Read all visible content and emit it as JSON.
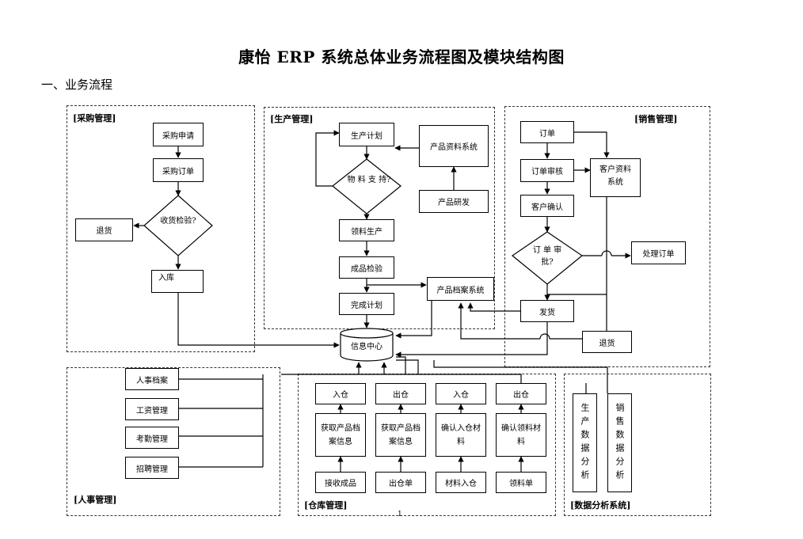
{
  "title": "康怡 ERP 系统总体业务流程图及模块结构图",
  "section": "一、业务流程",
  "page_number": "1",
  "regions": {
    "purchase": "[采购管理]",
    "production": "[生产管理]",
    "sales": "[销售管理]",
    "hr": "[人事管理]",
    "warehouse": "[仓库管理]",
    "analysis": "[数据分析系统]"
  },
  "purchase": {
    "apply": "采购申请",
    "order": "采购订单",
    "inspect": "收货检验?",
    "return": "退货",
    "stock_in": "入库"
  },
  "production": {
    "plan": "生产计划",
    "material_check": "物 料 支 持?",
    "product_info": "产品资料系统",
    "rnd": "产品研发",
    "pick": "领料生产",
    "qc": "成品检验",
    "archive": "产品档案系统",
    "complete": "完成计划"
  },
  "sales": {
    "order": "订单",
    "review": "订单审核",
    "customer_info": "客户资料系统",
    "confirm": "客户确认",
    "approve": "订 单 审 批?",
    "handle": "处理订单",
    "ship": "发货",
    "return": "退货"
  },
  "center": "信息中心",
  "hr": {
    "archive": "人事档案",
    "salary": "工资管理",
    "attendance": "考勤管理",
    "recruit": "招聘管理"
  },
  "warehouse": {
    "top": [
      "入仓",
      "出仓",
      "入仓",
      "出仓"
    ],
    "mid": [
      "获取产品档案信息",
      "获取产品档案信息",
      "确认入仓材料",
      "确认领料材料"
    ],
    "bottom": [
      "接收成品",
      "出仓单",
      "材料入仓",
      "领料单"
    ]
  },
  "analysis": {
    "production": "生产数据分析",
    "sales": "销售数据分析"
  }
}
